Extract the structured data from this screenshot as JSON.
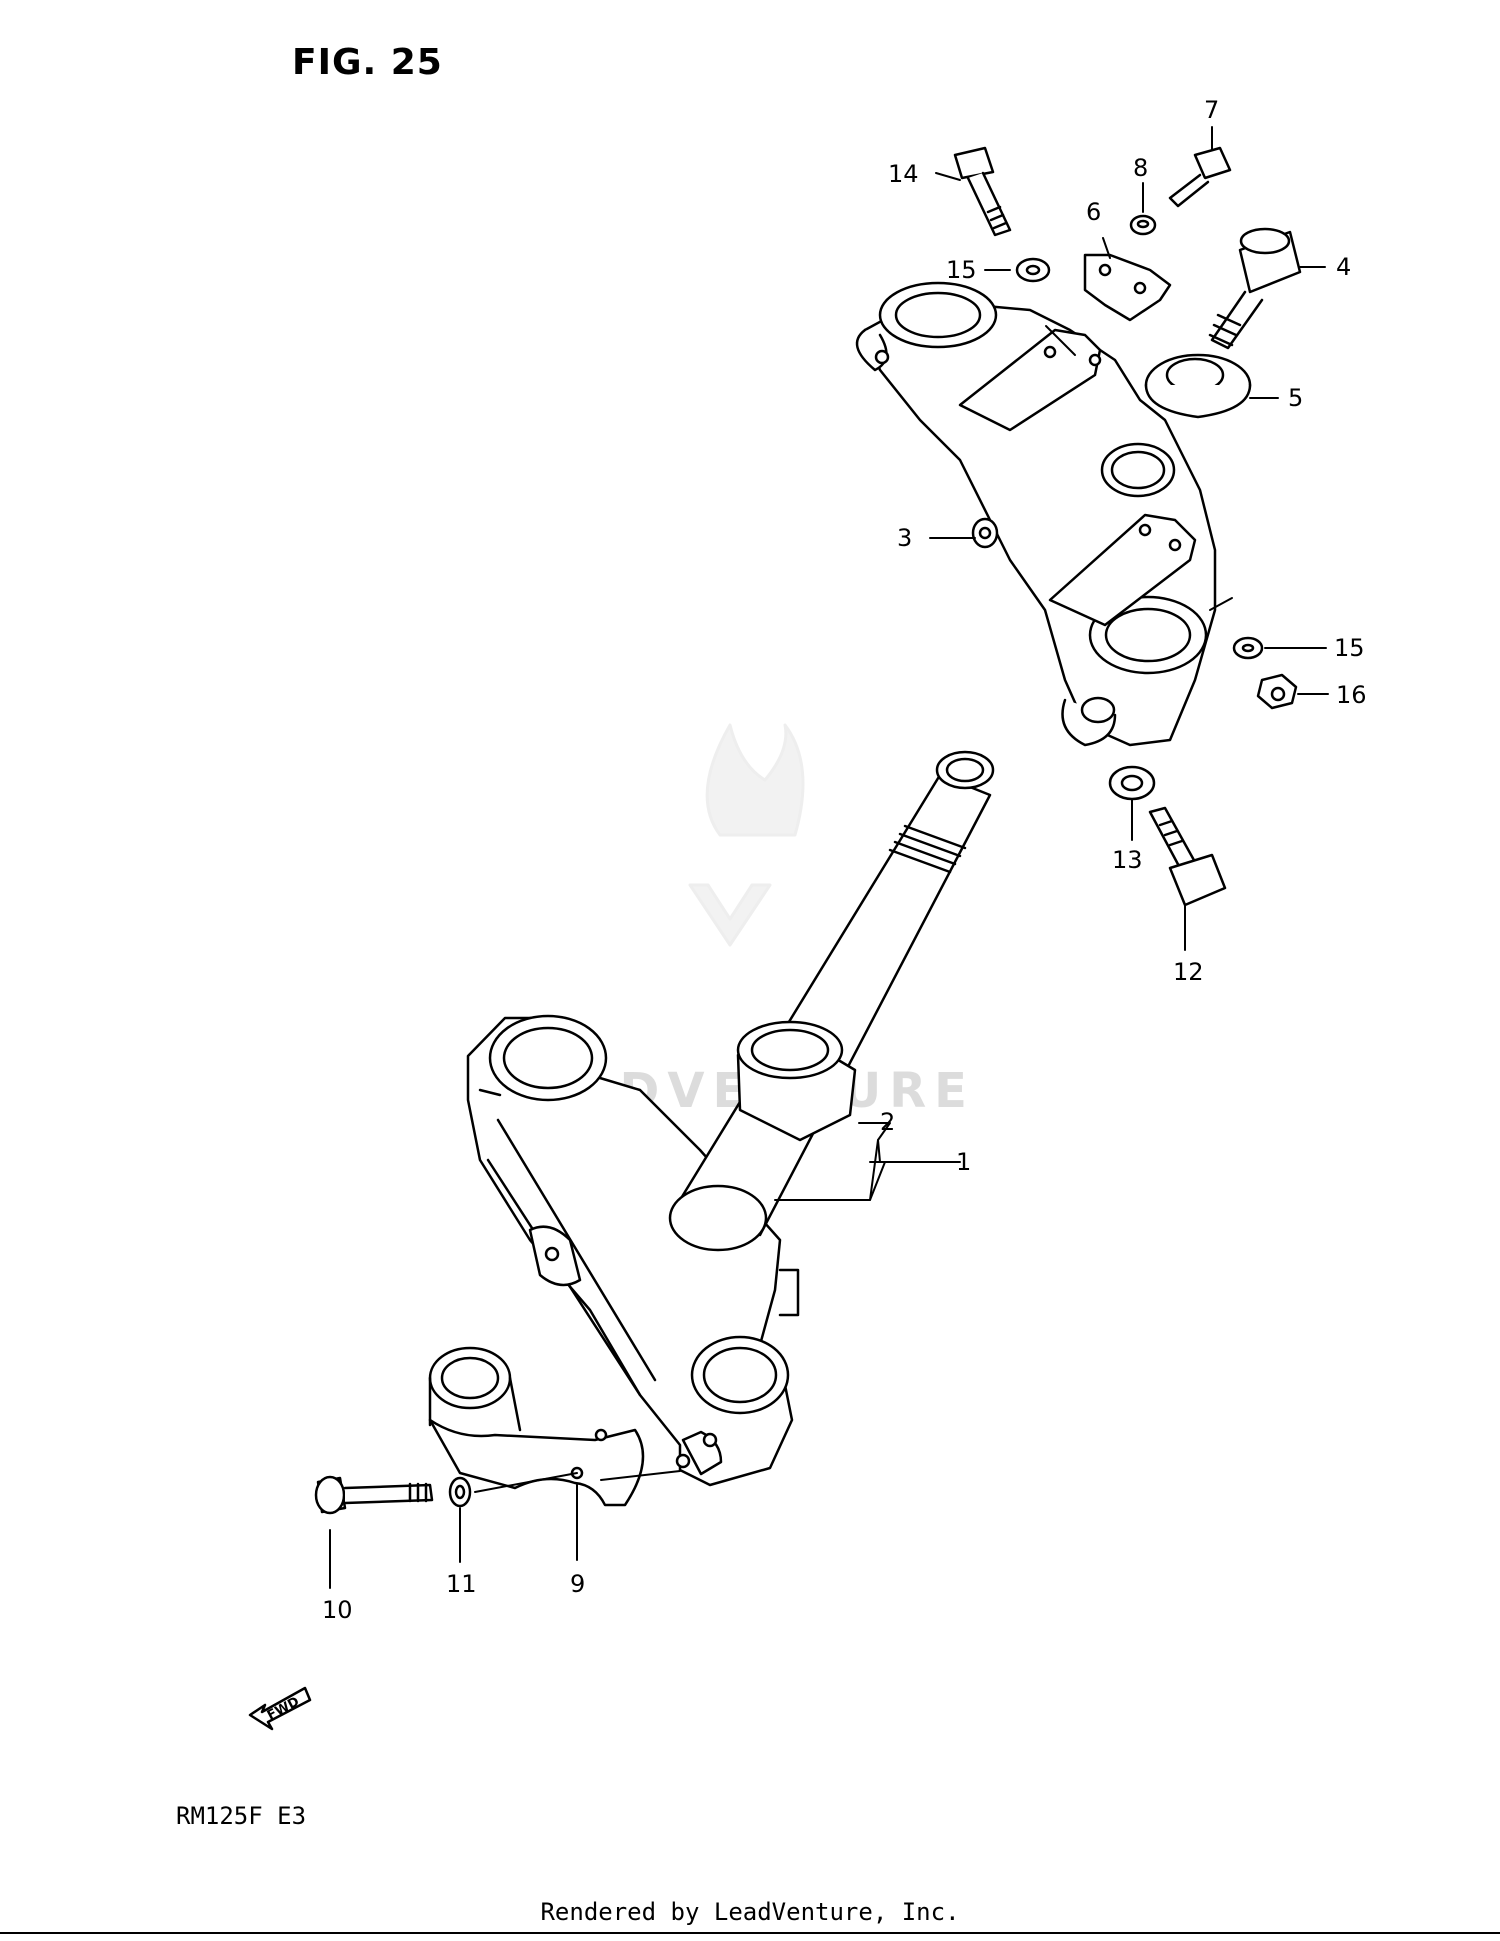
{
  "figure": {
    "title": "FIG. 25",
    "model_code": "RM125F  E3",
    "watermark": "LEADVENTURE",
    "fwd_label": "FWD",
    "footer": "Rendered by LeadVenture, Inc."
  },
  "callouts": [
    {
      "id": "1",
      "label": "1"
    },
    {
      "id": "2",
      "label": "2"
    },
    {
      "id": "3",
      "label": "3"
    },
    {
      "id": "4",
      "label": "4"
    },
    {
      "id": "5",
      "label": "5"
    },
    {
      "id": "6",
      "label": "6"
    },
    {
      "id": "7",
      "label": "7"
    },
    {
      "id": "8",
      "label": "8"
    },
    {
      "id": "9",
      "label": "9"
    },
    {
      "id": "10",
      "label": "10"
    },
    {
      "id": "11",
      "label": "11"
    },
    {
      "id": "12",
      "label": "12"
    },
    {
      "id": "13",
      "label": "13"
    },
    {
      "id": "14",
      "label": "14"
    },
    {
      "id": "15a",
      "label": "15"
    },
    {
      "id": "15b",
      "label": "15"
    },
    {
      "id": "16",
      "label": "16"
    }
  ]
}
